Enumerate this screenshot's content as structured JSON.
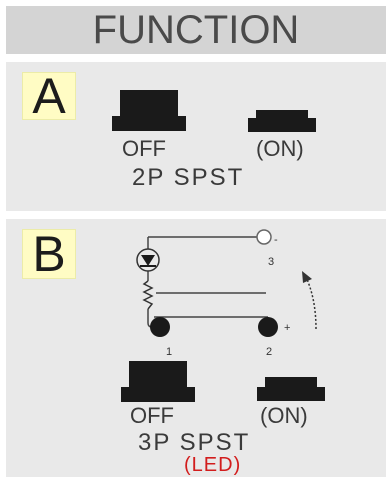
{
  "header": {
    "title": "FUNCTION"
  },
  "panels": [
    {
      "letter": "A",
      "off_label": "OFF",
      "on_label": "(ON)",
      "type_label": "2P SPST"
    },
    {
      "letter": "B",
      "off_label": "OFF",
      "on_label": "(ON)",
      "type_label": "3P SPST",
      "led_label": "(LED)",
      "terminals": [
        "1",
        "2",
        "3"
      ],
      "polarity": {
        "positive": "+",
        "negative": "-"
      }
    }
  ],
  "colors": {
    "header_bg": "#d4d4d4",
    "panel_bg": "#e9e9e9",
    "letter_box_bg": "#fffcc4",
    "led_text": "#d21d1d",
    "switch_body": "#1a1a1a"
  },
  "icons": [
    "off-switch-icon",
    "on-switch-icon",
    "led-diode-icon",
    "resistor-icon",
    "curved-arrow-icon"
  ]
}
